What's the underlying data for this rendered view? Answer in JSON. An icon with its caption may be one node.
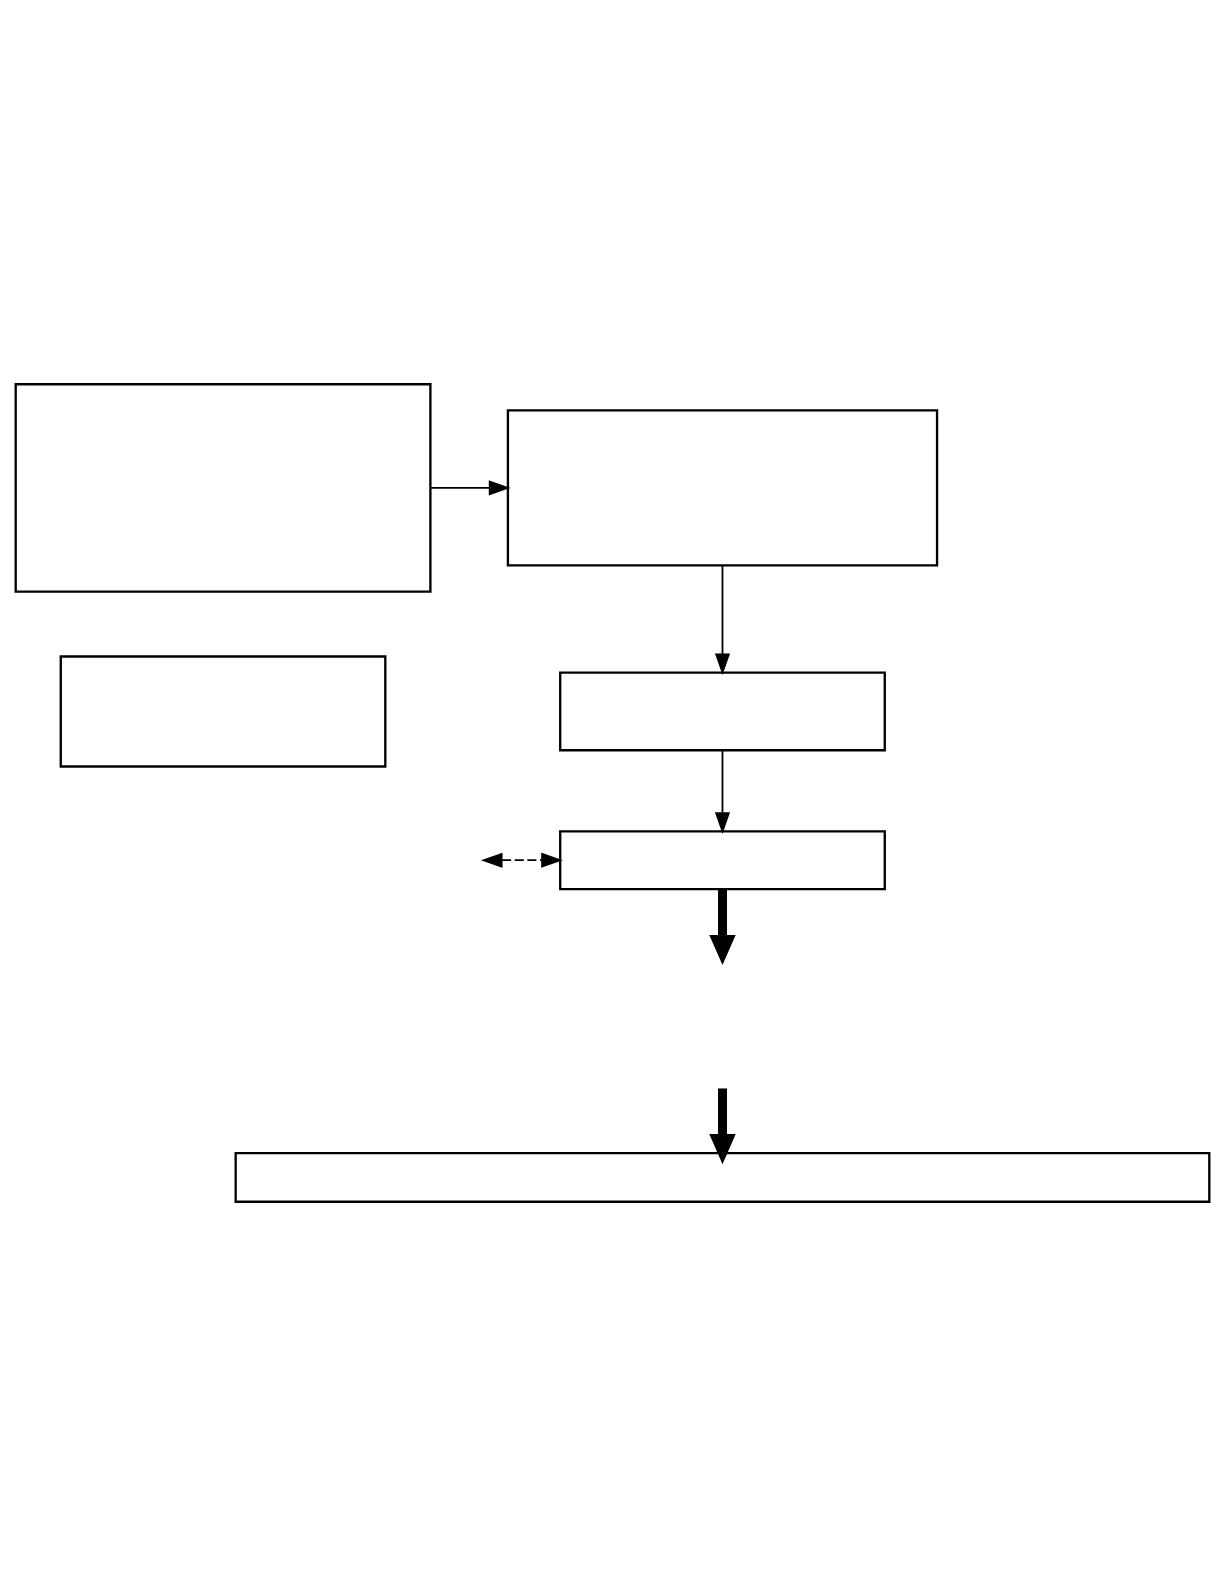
{
  "diagram": {
    "nodes": [
      {
        "text": [],
        "shape": "box"
      },
      {
        "text": [],
        "shape": "box"
      },
      {
        "text": [],
        "shape": "box"
      },
      {
        "text": [],
        "shape": "box"
      },
      {
        "text": [],
        "shape": "box"
      },
      {
        "text": [],
        "shape": "box"
      }
    ],
    "edges": [
      {
        "from": 0,
        "to": 1,
        "arrow": "to"
      },
      {
        "from": 1,
        "to": 3,
        "arrow": "to"
      },
      {
        "from": 3,
        "to": 4,
        "arrow": "to"
      },
      {
        "from": 4,
        "to": null,
        "arrow": "to",
        "style": "thick"
      },
      {
        "from": null,
        "to": 4,
        "arrow": "both",
        "style": "dashed"
      },
      {
        "from": null,
        "to": 5,
        "arrow": "to",
        "style": "thick"
      }
    ]
  }
}
